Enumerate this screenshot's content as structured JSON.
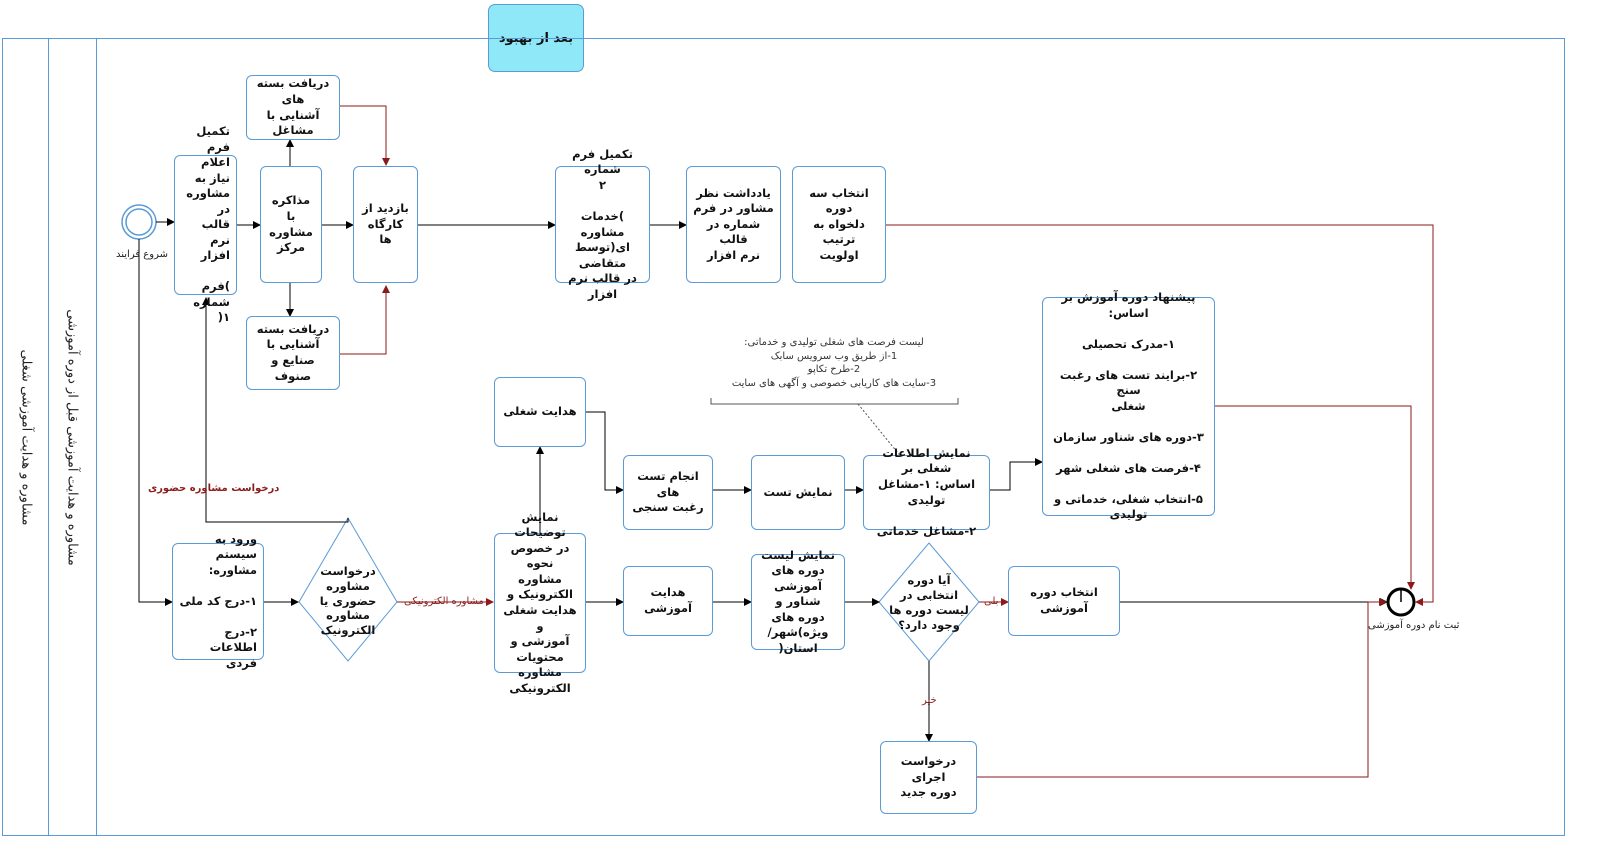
{
  "header": {
    "title": "بعد از بهبود"
  },
  "lanes": {
    "pool_label": "مشاوره و هدایت آموزشی شغلی",
    "lane_label": "مشاوره و هدایت آموزشی قبل از دوره آموزشی"
  },
  "events": {
    "start_label": "شروع فرایند",
    "end_label": "ثبت نام دوره آموزشی"
  },
  "tasks": {
    "fill_form1": "تکمیل فرم\nاعلام نیاز به\nمشاوره در\nقالب نرم\nافزار\n\n)فرم شماره\n۱(",
    "consult_center": "مذاکره با\nمشاوره\nمرکز",
    "pkg_jobs": "دریافت بسته های\nآشنایی با مشاغل",
    "pkg_industries": "دریافت بسته\nآشنایی با صنایع و\nصنوف",
    "visit_workshops": "بازدید از\nکارگاه ها",
    "fill_form2": "تکمیل فرم شماره\n۲\n\n)خدمات مشاوره\nای(توسط متقاضی\nدر قالب نرم افزار",
    "record_opinion": "یادداشت نظر\nمشاور در فرم\nشماره در قالب\nنرم افزار",
    "choose_three": "انتخاب سه دوره\nدلخواه به ترتیب\nاولویت",
    "suggest_course": "پیشنهاد دوره آموزش بر اساس:\n\n۱-مدرک تحصیلی\n\n۲-برایند تست های رغبت سنج\nشغلی\n\n۳-دوره های شناور سازمان\n\n۴-فرصت های شغلی شهر\n\n۵-انتخاب شغلی، خدماتی و\nتولیدی",
    "job_guidance": "هدایت شغلی",
    "interest_tests": "انجام تست های\nرغبت سنجی",
    "show_test": "نمایش تست",
    "show_job_info": "نمایش اطلاعات شغلی بر\nاساس: ۱-مشاغل تولیدی\n\n۲-مشاغل خدماتی",
    "login": "ورود به سیستم\nمشاوره:\n\n۱-درج کد ملی\n\n۲-درج اطلاعات\nفردی",
    "show_explain": "نمایش توضیحات\nدر خصوص نحوه\nمشاوره\nالکترونیک و\nهدایت شغلی و\nآموزشی و\nمحتویات مشاوره\nالکترونیکی",
    "edu_guidance": "هدایت آموزشی",
    "show_course_list": "نمایش لیست\nدوره های\nآموزشی شناور و\nدوره های\nویژه)شهر/استان(",
    "choose_course": "انتخاب دوره\nآموزشی",
    "request_new": "درخواست اجرای\nدوره جدید"
  },
  "gateways": {
    "consult_type": "درخواست\nمشاوره\nحضوری یا\nمشاوره\nالکترونیک",
    "course_exists": "آیا دوره\nانتخابی در\nلیست دوره ها\nوجود دارد؟"
  },
  "flow_labels": {
    "in_person": "درخواست مشاوره حضوری",
    "electronic": "مشاوره الکترونیکی",
    "yes": "بلی",
    "no": "خیر"
  },
  "annotation": "لیست فرصت های شغلی تولیدی و خدماتی:\n1-از طریق وب سرویس سابک\n2-طرح تکاپو\n3-سایت های کاریابی خصوصی و آگهی های سایت",
  "colors": {
    "lane_border": "#5b9bd5",
    "header_fill": "#8fe8f8",
    "flow_black": "#000000",
    "flow_red": "#8b1a1a"
  }
}
